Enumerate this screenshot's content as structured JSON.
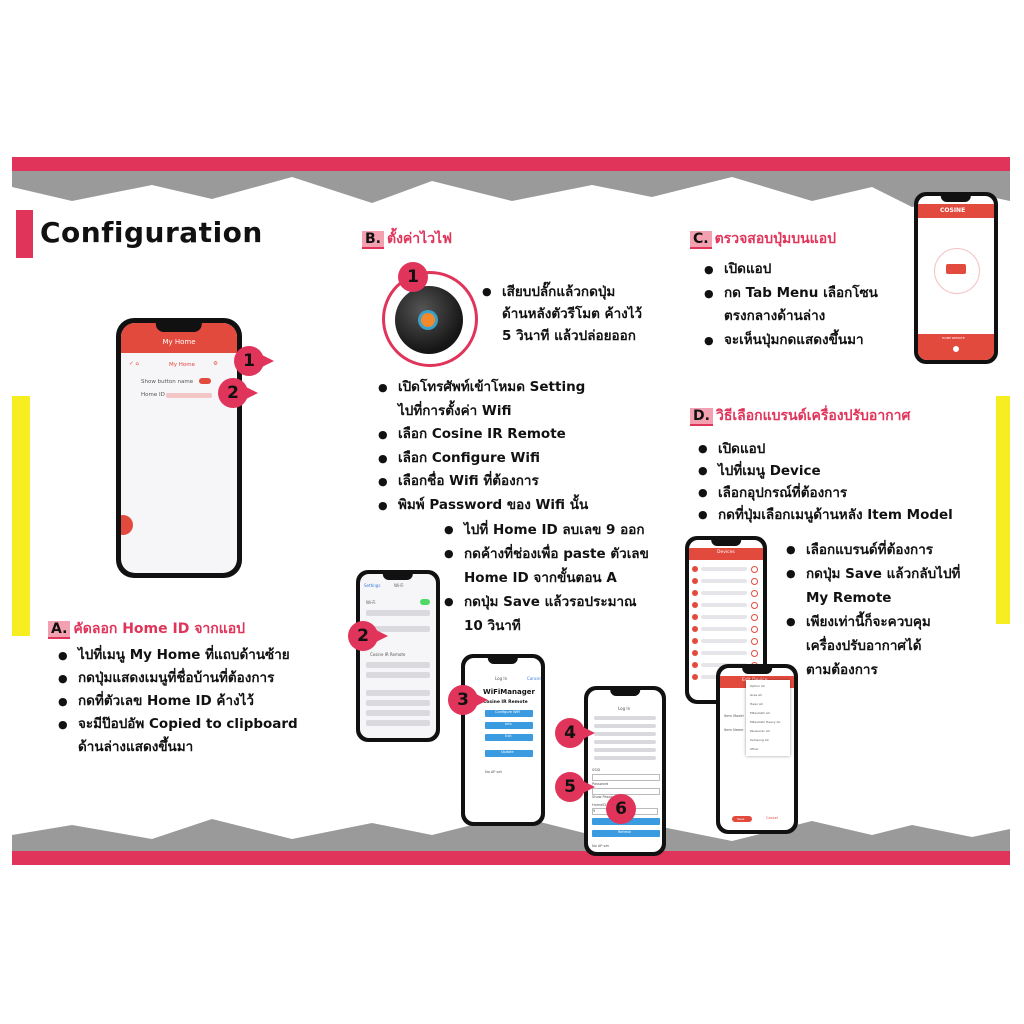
{
  "title": "Configuration",
  "sections": {
    "a": {
      "letter": "A.",
      "heading": "คัดลอก Home ID จากแอป",
      "items": [
        "ไปที่เมนู My Home ที่แถบด้านซ้าย",
        "กดปุ่มแสดงเมนูที่ชื่อบ้านที่ต้องการ",
        "กดที่ตัวเลข Home ID ค้างไว้",
        "จะมีป๊อปอัพ Copied to clipboard",
        "ด้านล่างแสดงขึ้นมา"
      ]
    },
    "b": {
      "letter": "B.",
      "heading": "ตั้งค่าไวไฟ",
      "step_items": [
        "เสียบปลั๊กแล้วกดปุ่ม",
        "ด้านหลังตัวรีโมต ค้างไว้",
        "5 วินาที แล้วปล่อยออก"
      ],
      "items": [
        "เปิดโทรศัพท์เข้าโหมด Setting",
        "ไปที่การตั้งค่า Wifi",
        "เลือก Cosine IR Remote",
        "เลือก Configure Wifi",
        "เลือกชื่อ Wifi ที่ต้องการ",
        "พิมพ์ Password ของ Wifi นั้น"
      ],
      "sub_items": [
        "ไปที่ Home ID ลบเลข 9 ออก",
        "กดค้างที่ช่องเพื่อ paste ตัวเลข",
        "Home ID จากขั้นตอน A",
        "กดปุ่ม Save แล้วรอประมาณ",
        "10 วินาที"
      ]
    },
    "c": {
      "letter": "C.",
      "heading": "ตรวจสอบปุ่มบนแอป",
      "items": [
        "เปิดแอป",
        "กด Tab Menu เลือกโซน",
        "ตรงกลางด้านล่าง",
        "จะเห็นปุ่มกดแสดงขึ้นมา"
      ]
    },
    "d": {
      "letter": "D.",
      "heading": "วิธีเลือกแบรนด์เครื่องปรับอากาศ",
      "items": [
        "เปิดแอป",
        "ไปที่เมนู Device",
        "เลือกอุปกรณ์ที่ต้องการ",
        "กดที่ปุ่มเลือกเมนูด้านหลัง Item Model"
      ],
      "sub_items": [
        "เลือกแบรนด์ที่ต้องการ",
        "กดปุ่ม Save แล้วกลับไปที่",
        "My Remote",
        "เพียงเท่านี้ก็จะควบคุม",
        "เครื่องปรับอากาศได้",
        "ตามต้องการ"
      ]
    }
  },
  "phones": {
    "myhome": {
      "header": "My Home",
      "home_row": "My Home",
      "show_button_label": "Show button name",
      "home_id_label": "Home ID :"
    },
    "wifi": {
      "back": "Settings",
      "title": "Wi-Fi",
      "wifi_label": "Wi-Fi",
      "network": "Cosine IR Remote"
    },
    "wifimanager": {
      "login": "Log In",
      "cancel": "Cancel",
      "title": "WiFiManager",
      "subtitle": "Cosine IR Remote",
      "btn1": "Configure WiFi",
      "btn2": "Info",
      "btn3": "Exit",
      "btn4": "Update",
      "no_ap": "No AP set"
    },
    "login": {
      "title": "Log In",
      "ssid": "SSID",
      "password": "Password",
      "show_password": "Show Password",
      "homeid": "HomeID",
      "homeid_value": "9",
      "refresh": "Refresh",
      "no_ap": "No AP set"
    },
    "cosine": {
      "brand": "COSINE",
      "bottom": "HOME REMOTE"
    },
    "devices": {
      "header": "Devices"
    },
    "edit": {
      "header": "Edit Device",
      "label1": "Item Model",
      "label2": "Item Name",
      "options": [
        "Option AC",
        "Gree AC",
        "Haier AC",
        "Mitsubishi AC",
        "Mitsubishi Heavy AC",
        "Panasonic AC",
        "Samsung AC",
        "Other"
      ],
      "save": "Save",
      "cancel": "Cancel"
    }
  },
  "badges": [
    "1",
    "2",
    "1",
    "2",
    "3",
    "4",
    "5",
    "6"
  ],
  "colors": {
    "accent": "#e0345a",
    "app_red": "#e34a3e",
    "grey_band": "#9a9a9a",
    "yellow": "#f7ee22",
    "blue_button": "#3a9be0"
  }
}
